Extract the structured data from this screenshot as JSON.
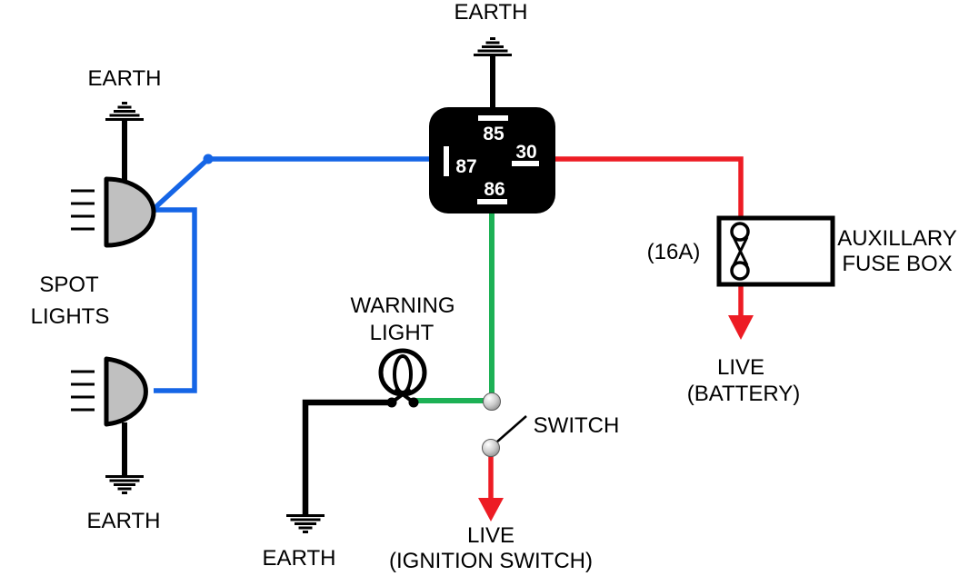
{
  "colors": {
    "earth_wire": "#000000",
    "battery_live_wire": "#ed1c24",
    "switched_live_wire": "#1db155",
    "lamp_feed_wire": "#1565e6",
    "lamp_fill": "#c0c0c0",
    "relay_fill": "#000000",
    "relay_text": "#ffffff"
  },
  "relay": {
    "earth_label": "EARTH",
    "pin_85": "85",
    "pin_30": "30",
    "pin_87": "87",
    "pin_86": "86"
  },
  "spot_lights": {
    "label_line1": "SPOT",
    "label_line2": "LIGHTS",
    "top_lamp_earth_label": "EARTH",
    "bottom_lamp_earth_label": "EARTH"
  },
  "warning_light": {
    "label_line1": "WARNING",
    "label_line2": "LIGHT",
    "earth_label": "EARTH"
  },
  "switch": {
    "label": "SWITCH",
    "feed_line1": "LIVE",
    "feed_line2": "(IGNITION SWITCH)"
  },
  "fuse_box": {
    "rating": "(16A)",
    "name_line1": "AUXILLARY",
    "name_line2": "FUSE BOX",
    "feed_line1": "LIVE",
    "feed_line2": "(BATTERY)"
  }
}
